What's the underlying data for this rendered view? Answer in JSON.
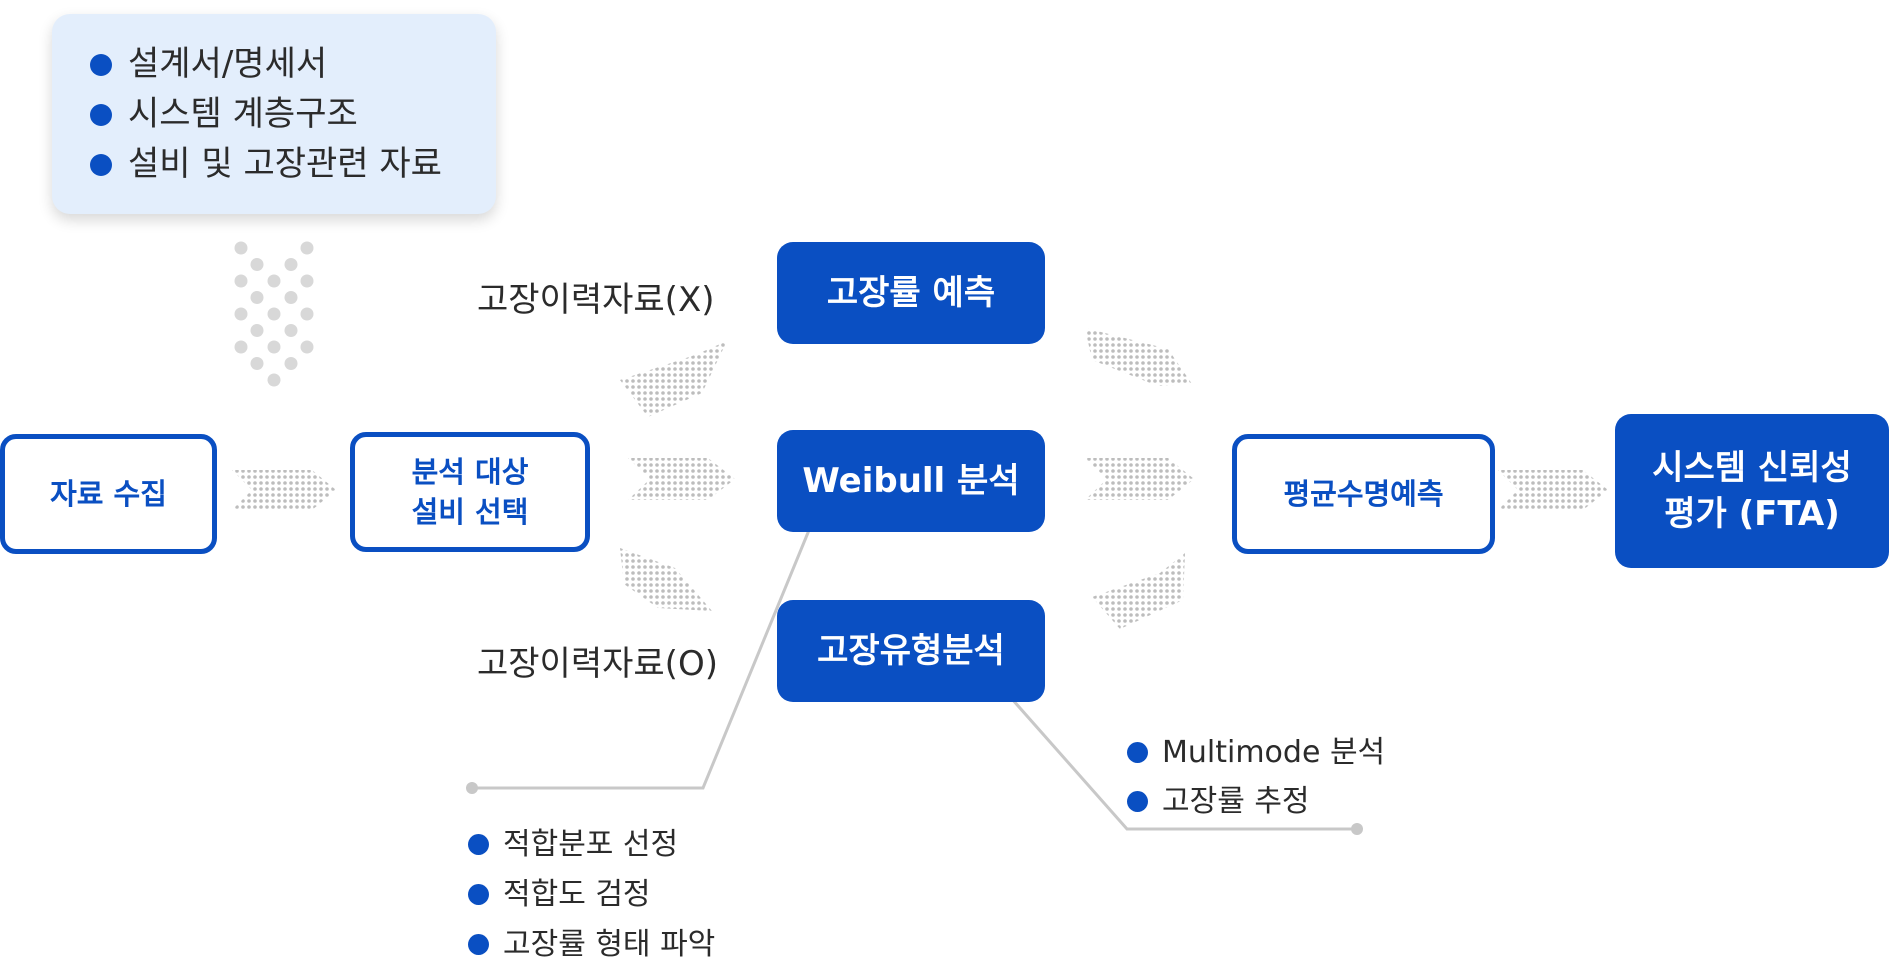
{
  "info": {
    "items": [
      "설계서/명세서",
      "시스템 계층구조",
      "설비 및 고장관련 자료"
    ]
  },
  "nodes": {
    "collect": "자료 수집",
    "select_line1": "분석 대상",
    "select_line2": "설비 선택",
    "failure_rate": "고장률 예측",
    "weibull": "Weibull 분석",
    "failure_type": "고장유형분석",
    "mean_life": "평균수명예측",
    "eval_line1": "시스템 신뢰성",
    "eval_line2": "평가 (FTA)"
  },
  "labels": {
    "history_x": "고장이력자료(X)",
    "history_o": "고장이력자료(O)"
  },
  "weibull_notes": [
    "적합분포 선정",
    "적합도 검정",
    "고장률 형태 파악"
  ],
  "failure_type_notes": [
    "Multimode 분석",
    "고장률 추정"
  ],
  "colors": {
    "primary": "#0a4fc2",
    "panel": "#e3eefc",
    "arrow": "#c9c9c9",
    "connector": "#c8c8c8"
  }
}
